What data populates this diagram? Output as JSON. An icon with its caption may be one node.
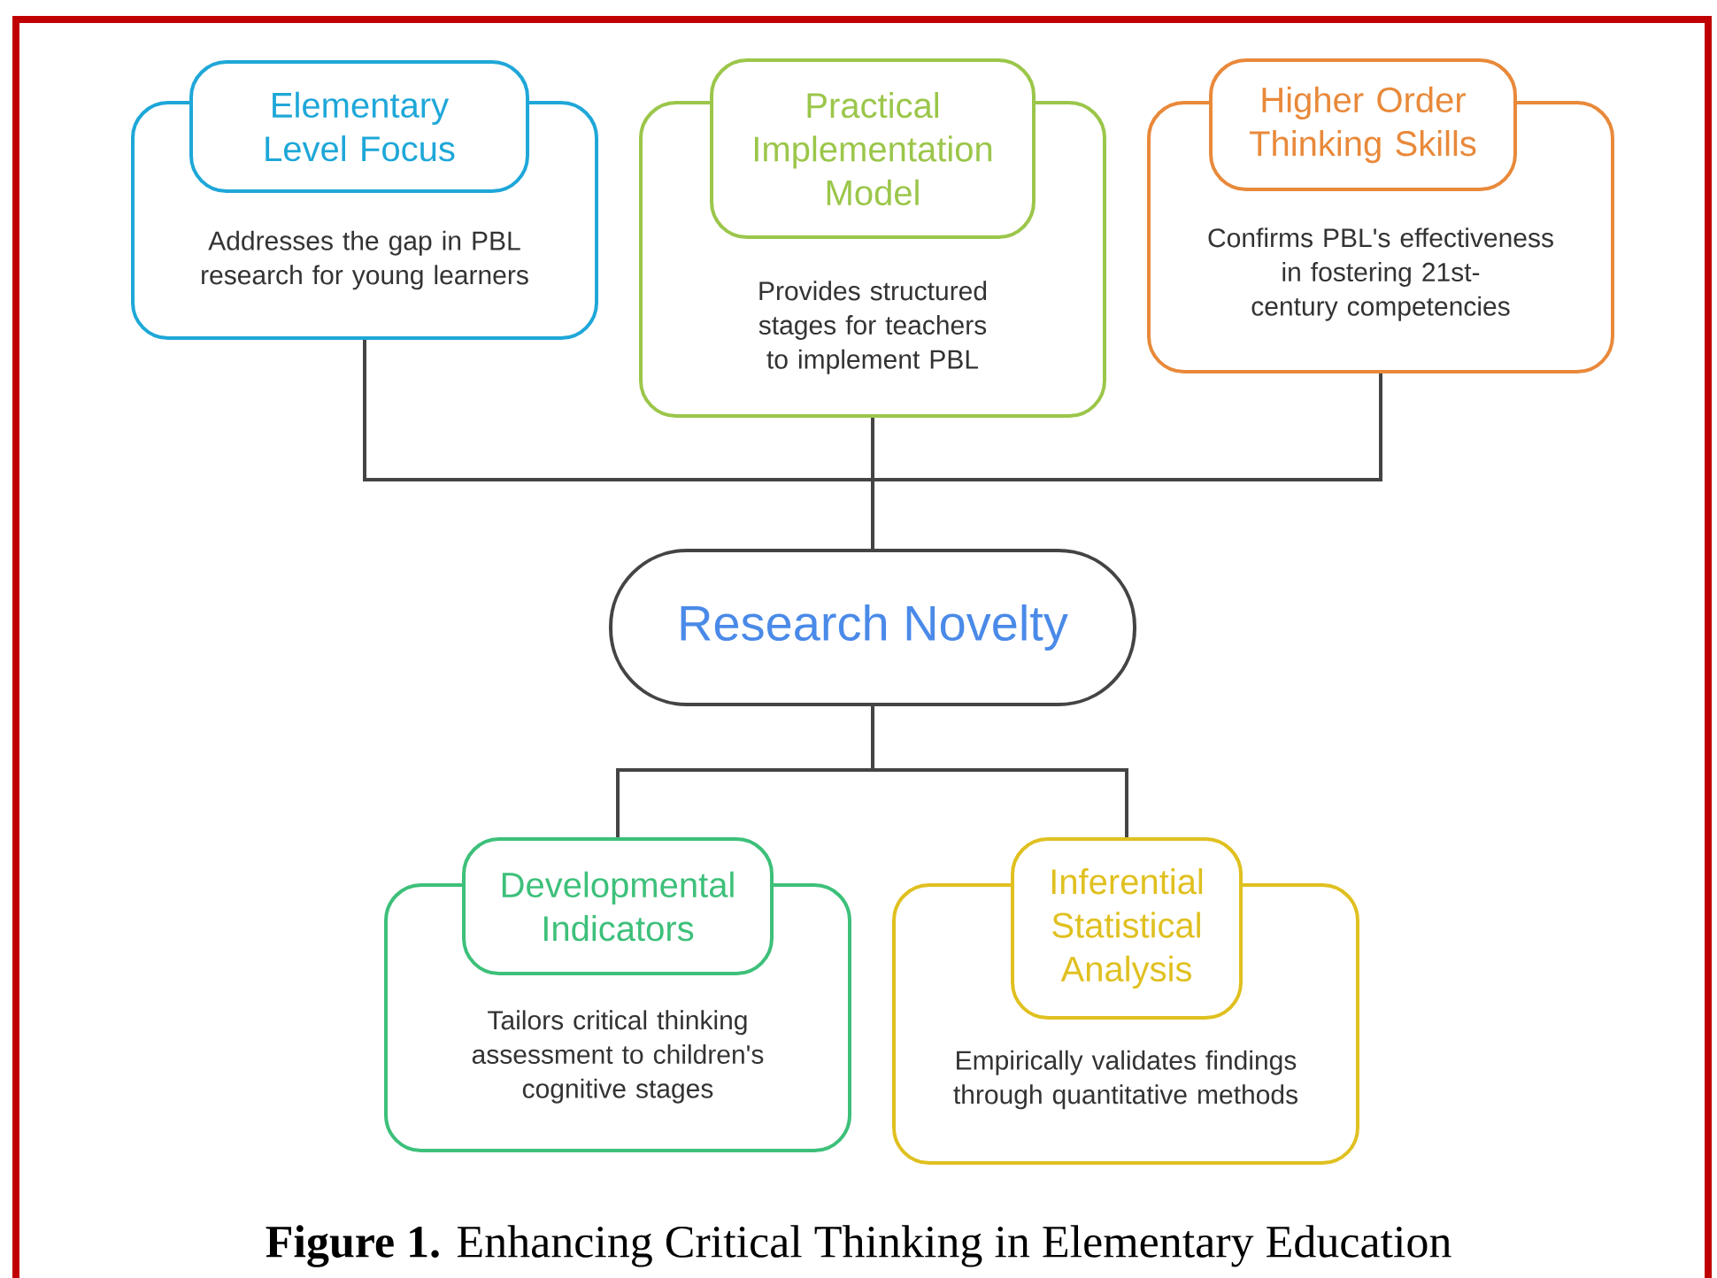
{
  "diagram": {
    "caption": "**Figure 1.** Enhancing Critical Thinking in Elementary Education",
    "nodes": [
      {
        "text": [
          "Elementary Level Focus",
          "Addresses the gap in PBL research for young learners"
        ]
      },
      {
        "text": [
          "Practical Implementation Model",
          "Provides structured stages for teachers to implement PBL"
        ]
      },
      {
        "text": [
          "Higher Order Thinking Skills",
          "Confirms PBL's effectiveness in fostering 21st-century competencies"
        ]
      },
      {
        "text": [
          "Research Novelty"
        ]
      },
      {
        "text": [
          "Developmental Indicators",
          "Tailors critical thinking assessment to children's cognitive stages"
        ]
      },
      {
        "text": [
          "Inferential Statistical Analysis",
          "Empirically validates findings through quantitative methods"
        ]
      }
    ],
    "edges": [
      {
        "from": 0,
        "to": 3,
        "arrow": "none"
      },
      {
        "from": 1,
        "to": 3,
        "arrow": "none"
      },
      {
        "from": 2,
        "to": 3,
        "arrow": "none"
      },
      {
        "from": 3,
        "to": 4,
        "arrow": "none"
      },
      {
        "from": 3,
        "to": 5,
        "arrow": "none"
      }
    ]
  }
}
